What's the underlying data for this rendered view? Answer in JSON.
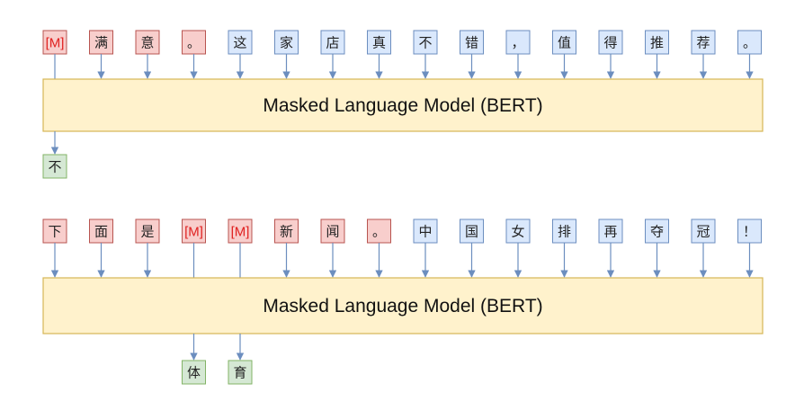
{
  "colors": {
    "prompt_fill": "#f8cecc",
    "prompt_stroke": "#b85450",
    "input_fill": "#dae8fc",
    "input_stroke": "#6c8ebf",
    "output_fill": "#d5e8d4",
    "output_stroke": "#82b366",
    "model_fill": "#fff2cc",
    "model_stroke": "#d6b656",
    "mask_text": "#e02020",
    "arrow": "#6c8ebf"
  },
  "panels": [
    {
      "tokens": [
        {
          "text": "[M]",
          "kind": "prompt",
          "mask": true
        },
        {
          "text": "满",
          "kind": "prompt"
        },
        {
          "text": "意",
          "kind": "prompt"
        },
        {
          "text": "。",
          "kind": "prompt"
        },
        {
          "text": "这",
          "kind": "input"
        },
        {
          "text": "家",
          "kind": "input"
        },
        {
          "text": "店",
          "kind": "input"
        },
        {
          "text": "真",
          "kind": "input"
        },
        {
          "text": "不",
          "kind": "input"
        },
        {
          "text": "错",
          "kind": "input"
        },
        {
          "text": "，",
          "kind": "input"
        },
        {
          "text": "值",
          "kind": "input"
        },
        {
          "text": "得",
          "kind": "input"
        },
        {
          "text": "推",
          "kind": "input"
        },
        {
          "text": "荐",
          "kind": "input"
        },
        {
          "text": "。",
          "kind": "input"
        }
      ],
      "model_label": "Masked Language Model (BERT)",
      "outputs": [
        {
          "text": "不",
          "index": 0
        }
      ]
    },
    {
      "tokens": [
        {
          "text": "下",
          "kind": "prompt"
        },
        {
          "text": "面",
          "kind": "prompt"
        },
        {
          "text": "是",
          "kind": "prompt"
        },
        {
          "text": "[M]",
          "kind": "prompt",
          "mask": true
        },
        {
          "text": "[M]",
          "kind": "prompt",
          "mask": true
        },
        {
          "text": "新",
          "kind": "prompt"
        },
        {
          "text": "闻",
          "kind": "prompt"
        },
        {
          "text": "。",
          "kind": "prompt"
        },
        {
          "text": "中",
          "kind": "input"
        },
        {
          "text": "国",
          "kind": "input"
        },
        {
          "text": "女",
          "kind": "input"
        },
        {
          "text": "排",
          "kind": "input"
        },
        {
          "text": "再",
          "kind": "input"
        },
        {
          "text": "夺",
          "kind": "input"
        },
        {
          "text": "冠",
          "kind": "input"
        },
        {
          "text": "！",
          "kind": "input"
        }
      ],
      "model_label": "Masked Language Model (BERT)",
      "outputs": [
        {
          "text": "体",
          "index": 3
        },
        {
          "text": "育",
          "index": 4
        }
      ]
    }
  ]
}
